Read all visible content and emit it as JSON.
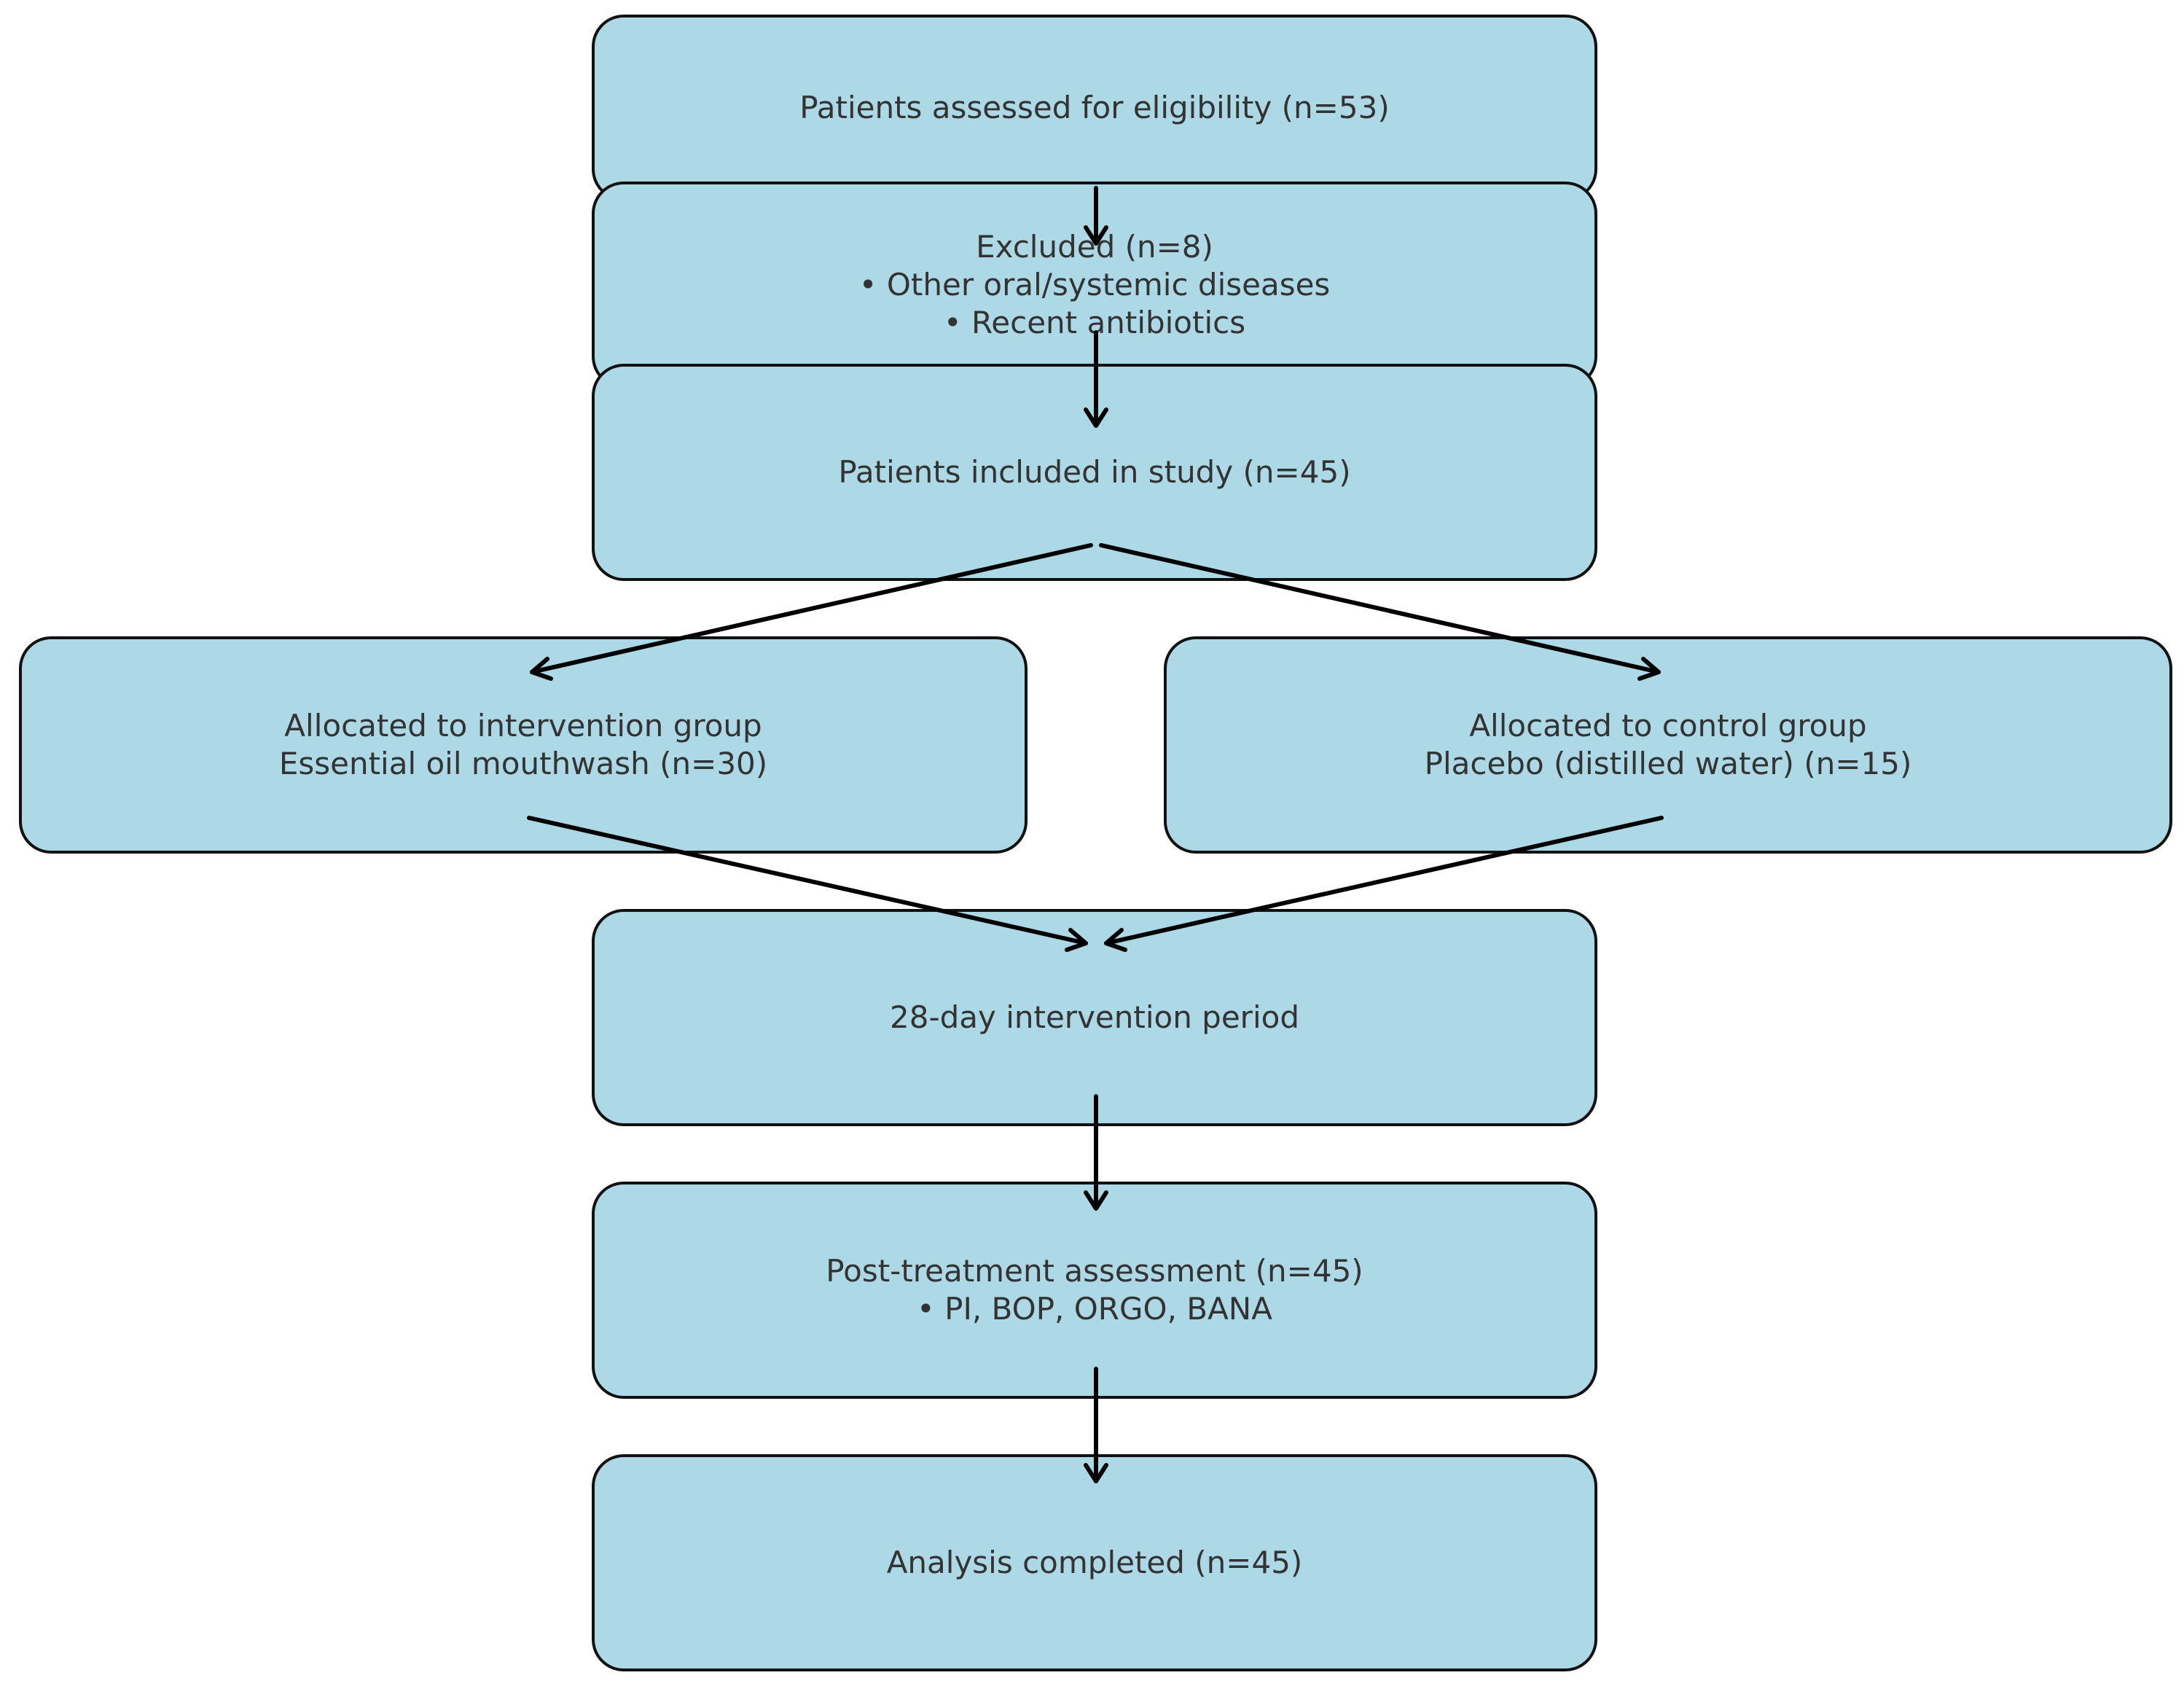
{
  "flowchart": {
    "screened": {
      "line1": "Patients assessed for eligibility (n=53)"
    },
    "excluded": {
      "line1": "Excluded (n=8)",
      "line2": "• Other oral/systemic diseases",
      "line3": "• Recent antibiotics"
    },
    "included": {
      "line1": "Patients included in study (n=45)"
    },
    "intervention": {
      "line1": "Allocated to intervention group",
      "line2": "Essential oil mouthwash (n=30)"
    },
    "control": {
      "line1": "Allocated to control group",
      "line2": "Placebo (distilled water) (n=15)"
    },
    "period": {
      "line1": "28-day intervention period"
    },
    "post": {
      "line1": "Post-treatment assessment (n=45)",
      "line2": "• PI, BOP, ORGO, BANA"
    },
    "analysis": {
      "line1": "Analysis completed (n=45)"
    }
  },
  "colors": {
    "box_fill": "#add8e6",
    "box_border": "#111111",
    "text": "#333333",
    "arrow": "#000000"
  }
}
